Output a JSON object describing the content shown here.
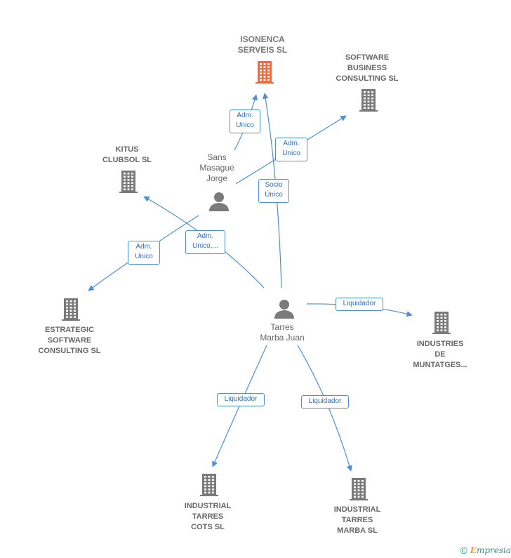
{
  "colors": {
    "edge": "#4a8fd8",
    "company_icon": "#7a7a7a",
    "focus_icon": "#f26a3a",
    "person_icon": "#7a7a7a"
  },
  "nodes": {
    "isonenca": {
      "label": "ISONENCA\nSERVEIS  SL",
      "icon": "building-icon",
      "focus": true
    },
    "software_business": {
      "label": "SOFTWARE\nBUSINESS\nCONSULTING SL",
      "icon": "building-icon"
    },
    "kitus": {
      "label": "KITUS\nCLUBSOL  SL",
      "icon": "building-icon"
    },
    "sans": {
      "label": "Sans\nMasague\nJorge",
      "icon": "person-icon"
    },
    "estrategic": {
      "label": "ESTRATEGIC\nSOFTWARE\nCONSULTING SL",
      "icon": "building-icon"
    },
    "tarres": {
      "label": "Tarres\nMarba Juan",
      "icon": "person-icon"
    },
    "industries_muntatges": {
      "label": "INDUSTRIES\nDE\nMUNTATGES...",
      "icon": "building-icon"
    },
    "industrial_cots": {
      "label": "INDUSTRIAL\nTARRES\nCOTS SL",
      "icon": "building-icon"
    },
    "industrial_marba": {
      "label": "INDUSTRIAL\nTARRES\nMARBA SL",
      "icon": "building-icon"
    }
  },
  "edges": [
    {
      "id": "sans-isonenca",
      "label": "Adm.\nUnico"
    },
    {
      "id": "sans-software",
      "label": "Adm.\nUnico"
    },
    {
      "id": "tarres-isonenca",
      "label": "Socio\nÚnico"
    },
    {
      "id": "tarres-kitus",
      "label": "Adm.\nUnico,..."
    },
    {
      "id": "sans-estrategic",
      "label": "Adm.\nUnico"
    },
    {
      "id": "tarres-industries",
      "label": "Liquidador"
    },
    {
      "id": "tarres-cots",
      "label": "Liquidador"
    },
    {
      "id": "tarres-marba",
      "label": "Liquidador"
    }
  ],
  "footer": {
    "copyright": "©",
    "brand_first": "E",
    "brand_rest": "mpresia"
  }
}
